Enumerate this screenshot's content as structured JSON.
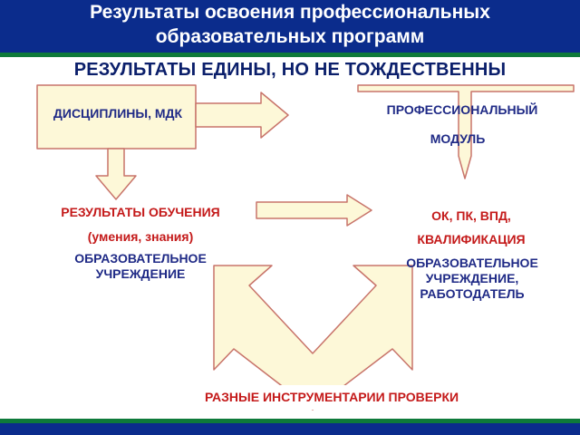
{
  "header": {
    "title_line1": "Результаты освоения профессиональных",
    "title_line2": "образовательных программ"
  },
  "subtitle": "РЕЗУЛЬТАТЫ  ЕДИНЫ, НО НЕ ТОЖДЕСТВЕННЫ",
  "boxes": {
    "disciplines": "ДИСЦИПЛИНЫ, МДК",
    "module_line1": "ПРОФЕССИОНАЛЬНЫЙ",
    "module_line2": "МОДУЛЬ"
  },
  "left_column": {
    "results_title": "РЕЗУЛЬТАТЫ ОБУЧЕНИЯ",
    "results_sub": "(умения, знания)",
    "institution": "ОБРАЗОВАТЕЛЬНОЕ УЧРЕЖДЕНИЕ"
  },
  "right_column": {
    "ok_pk": "ОК, ПК, ВПД,",
    "qualification": "КВАЛИФИКАЦИЯ",
    "institution_employer": "ОБРАЗОВАТЕЛЬНОЕ УЧРЕЖДЕНИЕ, РАБОТОДАТЕЛЬ"
  },
  "footer_label": "РАЗНЫЕ ИНСТРУМЕНТАРИИ ПРОВЕРКИ",
  "colors": {
    "header_bg": "#0b2c8c",
    "accent_green": "#0e7a3a",
    "shape_fill": "#fdf8d8",
    "shape_stroke": "#c8746a",
    "text_navy": "#1f2a86",
    "text_red": "#c41a1a"
  }
}
